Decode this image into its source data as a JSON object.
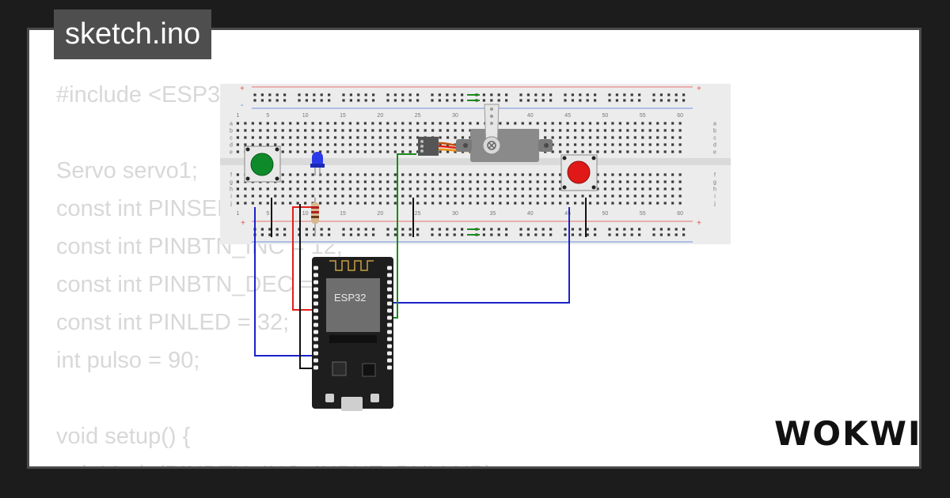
{
  "title_tag": "sketch.ino",
  "code_lines": [
    "#include <ESP32Servo.h>",
    "",
    "Servo servo1;",
    "const int PINSERVO = 26;",
    "const int PINBTN_INC = 12;",
    "const int PINBTN_DEC = 25;",
    "const int PINLED = 32;",
    "int pulso = 90;",
    "",
    "void setup() {",
    "  pinMode(PINBTN_INC, INPUT_PULLUP);"
  ],
  "brand": "WOKWI",
  "breadboard": {
    "column_numbers": [
      "1",
      "5",
      "10",
      "15",
      "20",
      "25",
      "30",
      "35",
      "40",
      "45",
      "50",
      "55",
      "60"
    ],
    "row_letters_top": [
      "a",
      "b",
      "c",
      "d",
      "e"
    ],
    "row_letters_bottom": [
      "f",
      "g",
      "h",
      "i",
      "j"
    ],
    "rail_plus": "+",
    "rail_minus": "-"
  },
  "esp32": {
    "label": "ESP32"
  },
  "colors": {
    "wire_blue": "#1a22c8",
    "wire_red": "#e0201a",
    "wire_green": "#1a8a1a",
    "wire_black": "#111111",
    "button_green": "#0e8a2a",
    "button_red": "#e01818",
    "led_blue": "#2a3ae8",
    "servo_gray": "#8a8a8a",
    "board_black": "#1e1e1e"
  }
}
